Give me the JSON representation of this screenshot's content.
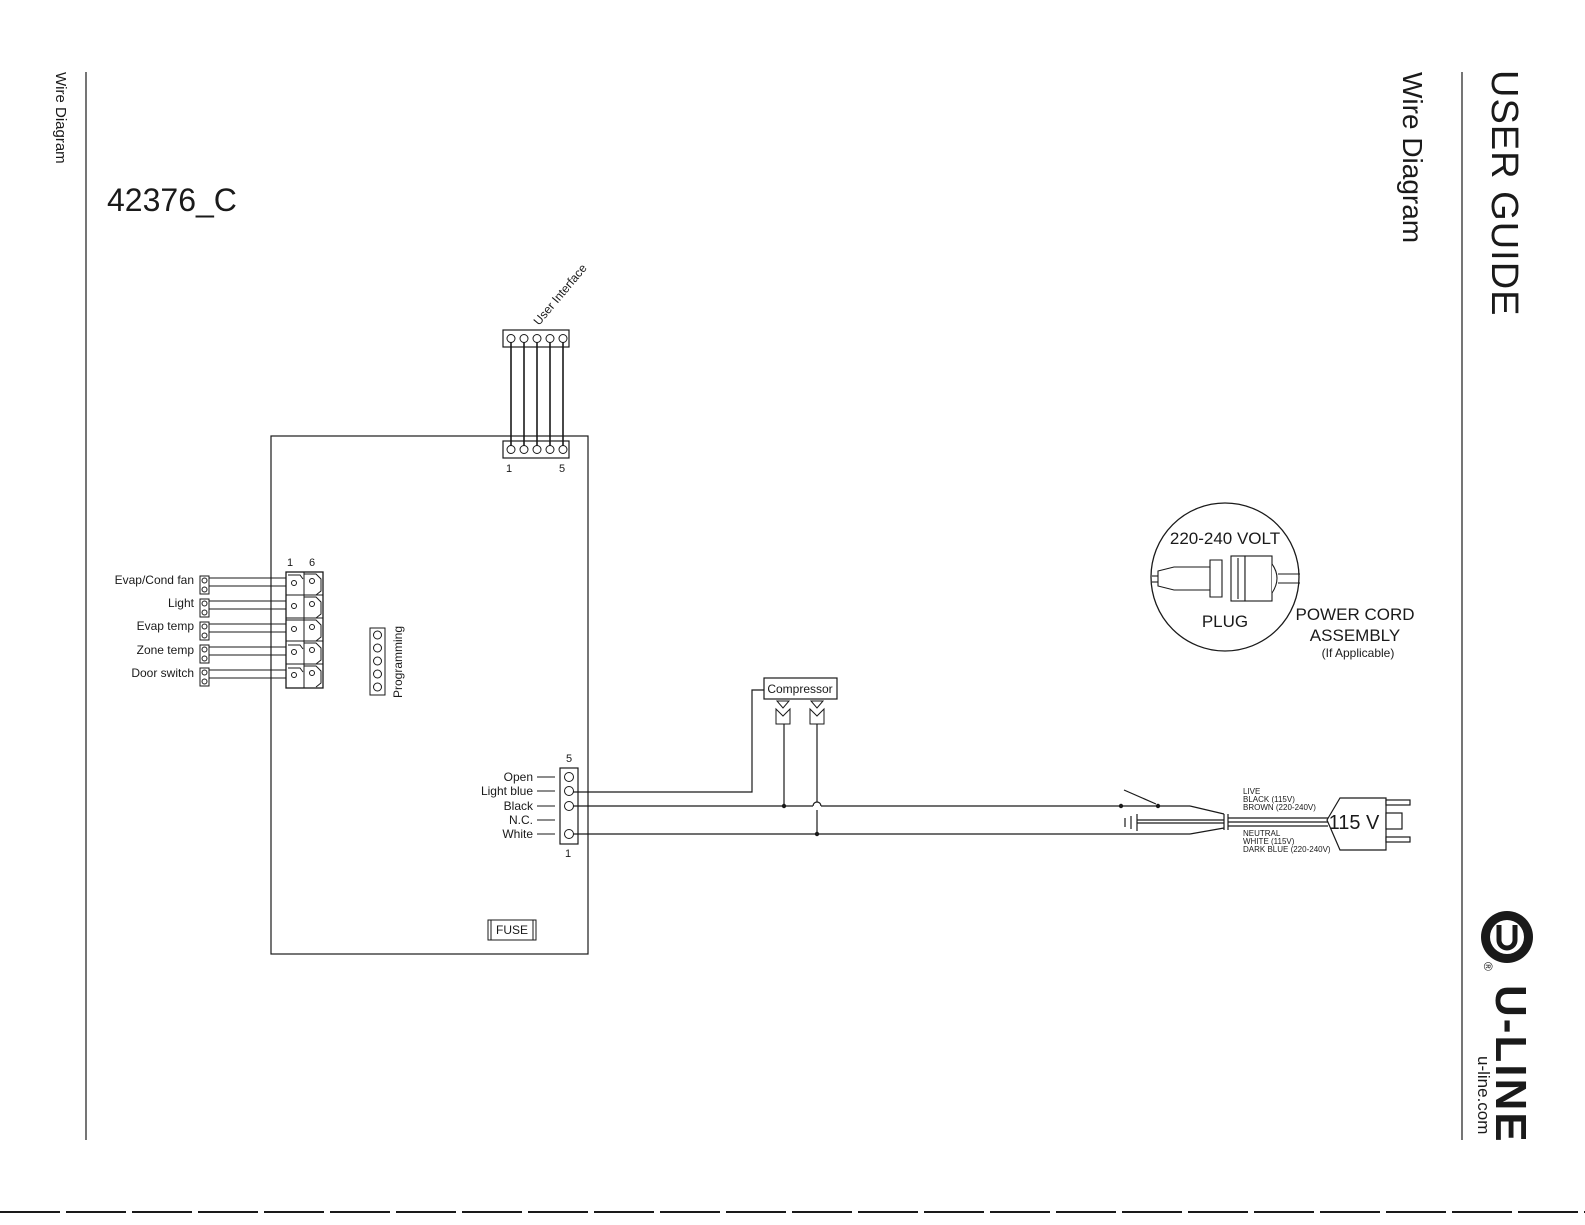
{
  "page": {
    "side_title_left": "Wire Diagram",
    "side_title_right": "Wire Diagram",
    "guide_title": "USER GUIDE",
    "diagram_id": "42376_C"
  },
  "brand": {
    "logo_name": "U-LINE",
    "registered": "®",
    "website": "u-line.com"
  },
  "user_interface": {
    "label": "User Interface",
    "pin_start": "1",
    "pin_end": "5"
  },
  "left_connector": {
    "pin_start": "1",
    "pin_end": "6",
    "items": [
      "Evap/Cond fan",
      "Light",
      "Evap temp",
      "Zone temp",
      "Door switch"
    ]
  },
  "programming": {
    "label": "Programming"
  },
  "terminal": {
    "pin_top": "5",
    "pin_bottom": "1",
    "items": [
      "Open",
      "Light blue",
      "Black",
      "N.C.",
      "White"
    ]
  },
  "fuse": {
    "label": "FUSE"
  },
  "compressor": {
    "label": "Compressor"
  },
  "power_cord": {
    "voltage_intl": "220-240 VOLT",
    "plug": "PLUG",
    "assembly_line1": "POWER CORD",
    "assembly_line2": "ASSEMBLY",
    "note": "(If Applicable)",
    "voltage_us": "115 V",
    "live": [
      "LIVE",
      "BLACK (115V)",
      "BROWN (220-240V)"
    ],
    "neutral": [
      "NEUTRAL",
      "WHITE  (115V)",
      "DARK BLUE (220-240V)"
    ]
  },
  "colors": {
    "ink": "#1a1a1a",
    "background": "#ffffff"
  }
}
